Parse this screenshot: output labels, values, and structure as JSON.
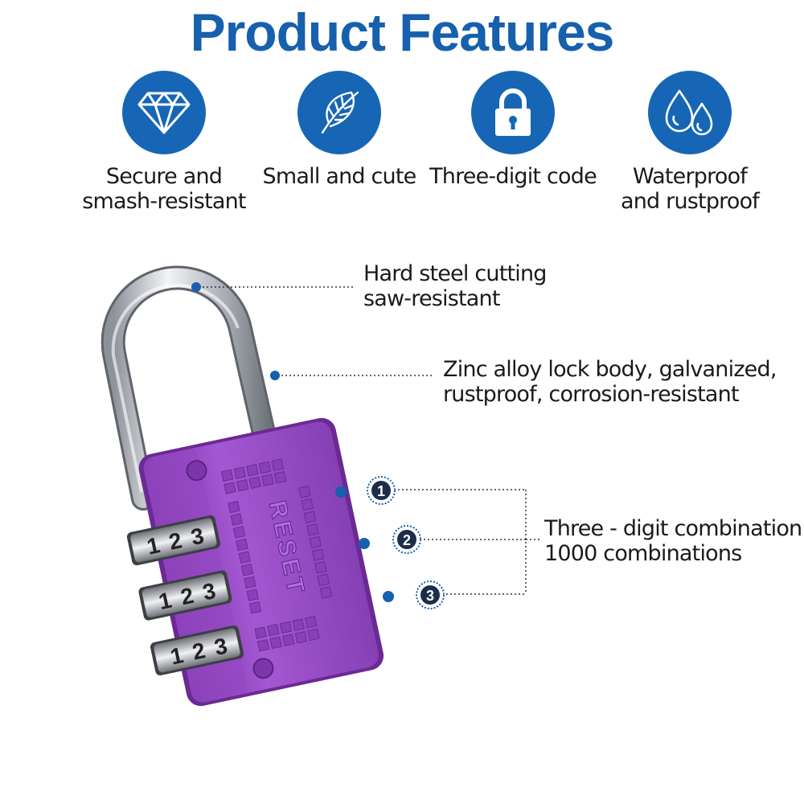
{
  "title": "Product Features",
  "features": [
    {
      "icon": "diamond-icon",
      "label_lines": [
        "Secure and",
        "smash-resistant"
      ]
    },
    {
      "icon": "feather-icon",
      "label_lines": [
        "Small and cute"
      ]
    },
    {
      "icon": "padlock-icon",
      "label_lines": [
        "Three-digit code"
      ]
    },
    {
      "icon": "water-drops-icon",
      "label_lines": [
        "Waterproof",
        "and rustproof"
      ]
    }
  ],
  "callouts": {
    "shackle": [
      "Hard steel cutting",
      "saw-resistant"
    ],
    "body": [
      "Zinc alloy lock body, galvanized,",
      "rustproof, corrosion-resistant"
    ],
    "combination": [
      "Three - digit combination",
      "1000 combinations"
    ]
  },
  "dial_markers": [
    "1",
    "2",
    "3"
  ],
  "dial_digits": [
    "1",
    "2",
    "3"
  ],
  "lock_brand_text": "RESET",
  "colors": {
    "brand_blue": "#1660ad",
    "icon_circle": "#1666b5",
    "lock_purple": "#9a4cc8",
    "shackle_steel": "#c9ccd2"
  }
}
